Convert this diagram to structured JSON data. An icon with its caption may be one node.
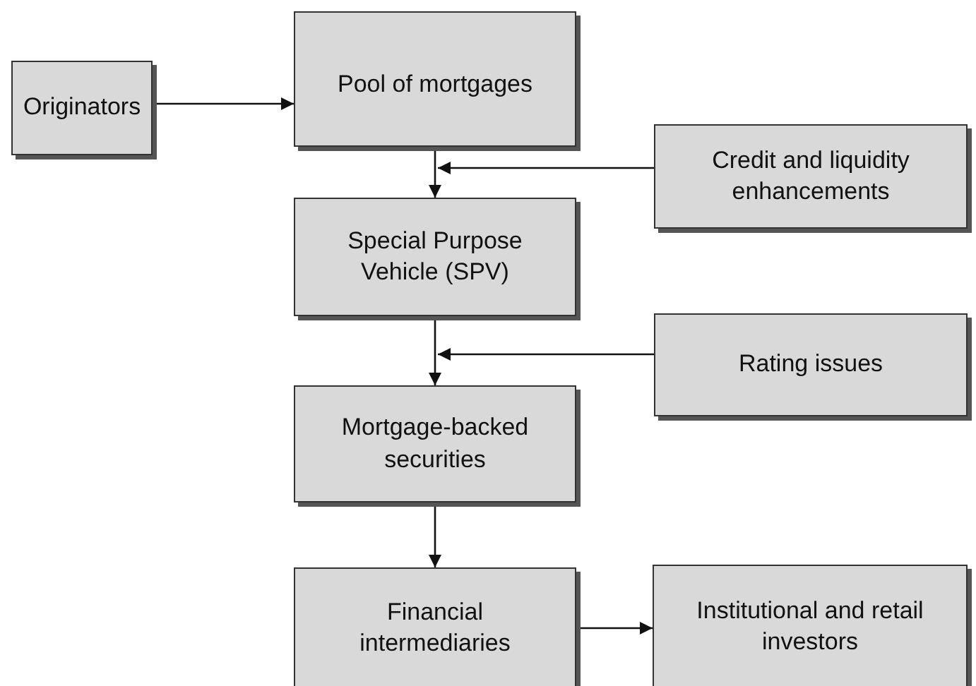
{
  "diagram": {
    "nodes": [
      {
        "text": [
          "Originators"
        ]
      },
      {
        "text": [
          "Pool of mortgages"
        ]
      },
      {
        "text": [
          "Credit and liquidity enhancements"
        ]
      },
      {
        "text": [
          "Special Purpose Vehicle (SPV)"
        ]
      },
      {
        "text": [
          "Rating issues"
        ]
      },
      {
        "text": [
          "Mortgage-backed securities"
        ]
      },
      {
        "text": [
          "Financial intermediaries"
        ]
      },
      {
        "text": [
          "Institutional and retail investors"
        ]
      }
    ],
    "edges": [
      {
        "from": 0,
        "to": 1,
        "arrow": "to"
      },
      {
        "from": 1,
        "to": 3,
        "arrow": "to"
      },
      {
        "from": 2,
        "to": 1,
        "arrow": "to"
      },
      {
        "from": 3,
        "to": 5,
        "arrow": "to"
      },
      {
        "from": 4,
        "to": 5,
        "arrow": "to"
      },
      {
        "from": 5,
        "to": 6,
        "arrow": "to"
      },
      {
        "from": 6,
        "to": 7,
        "arrow": "to"
      }
    ]
  }
}
